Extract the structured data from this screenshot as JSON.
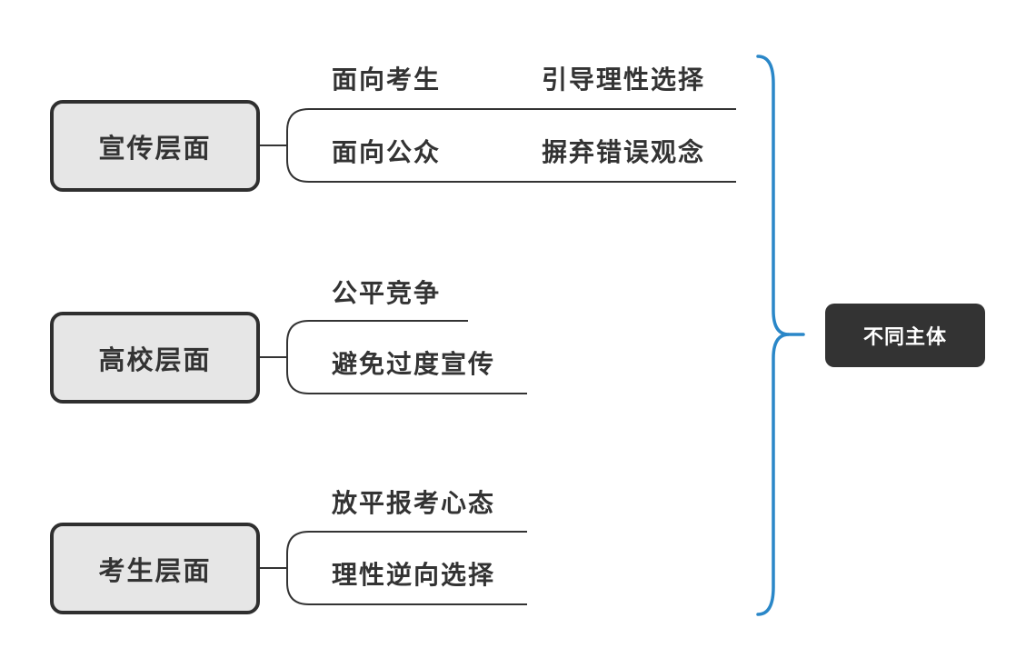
{
  "diagram": {
    "root": {
      "label": "不同主体"
    },
    "groups": [
      {
        "label": "宣传层面",
        "items": [
          {
            "label": "面向考生",
            "detail": "引导理性选择"
          },
          {
            "label": "面向公众",
            "detail": "摒弃错误观念"
          }
        ]
      },
      {
        "label": "高校层面",
        "items": [
          {
            "label": "公平竞争"
          },
          {
            "label": "避免过度宣传"
          }
        ]
      },
      {
        "label": "考生层面",
        "items": [
          {
            "label": "放平报考心态"
          },
          {
            "label": "理性逆向选择"
          }
        ]
      }
    ],
    "colors": {
      "brace": "#2a87c8",
      "line": "#333333",
      "box_fill": "#e6e6e6",
      "root_fill": "#333333"
    }
  }
}
